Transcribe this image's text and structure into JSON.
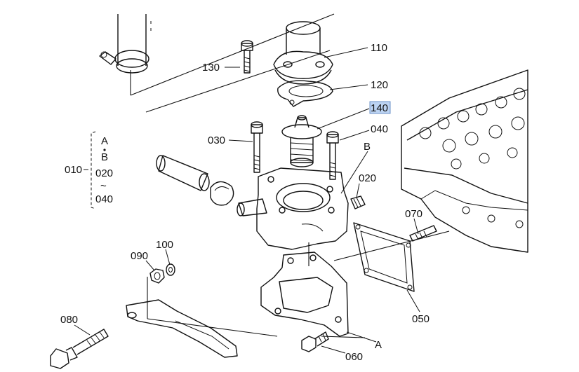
{
  "colors": {
    "highlight_fill": "#bcd3f2",
    "highlight_stroke": "#6e93c9",
    "ink": "#111111"
  },
  "labels": {
    "p110": "110",
    "p120": "120",
    "p130": "130",
    "p140": "140",
    "p030": "030",
    "p040": "040",
    "p020": "020",
    "p070": "070",
    "p050": "050",
    "p060": "060",
    "p080": "080",
    "p090": "090",
    "p100": "100",
    "ref_b": "B",
    "ref_a": "A"
  },
  "assembly_note": {
    "number": "010",
    "top_a": "A",
    "top_b": "B",
    "from": "020",
    "tilde": "~",
    "to": "040"
  }
}
